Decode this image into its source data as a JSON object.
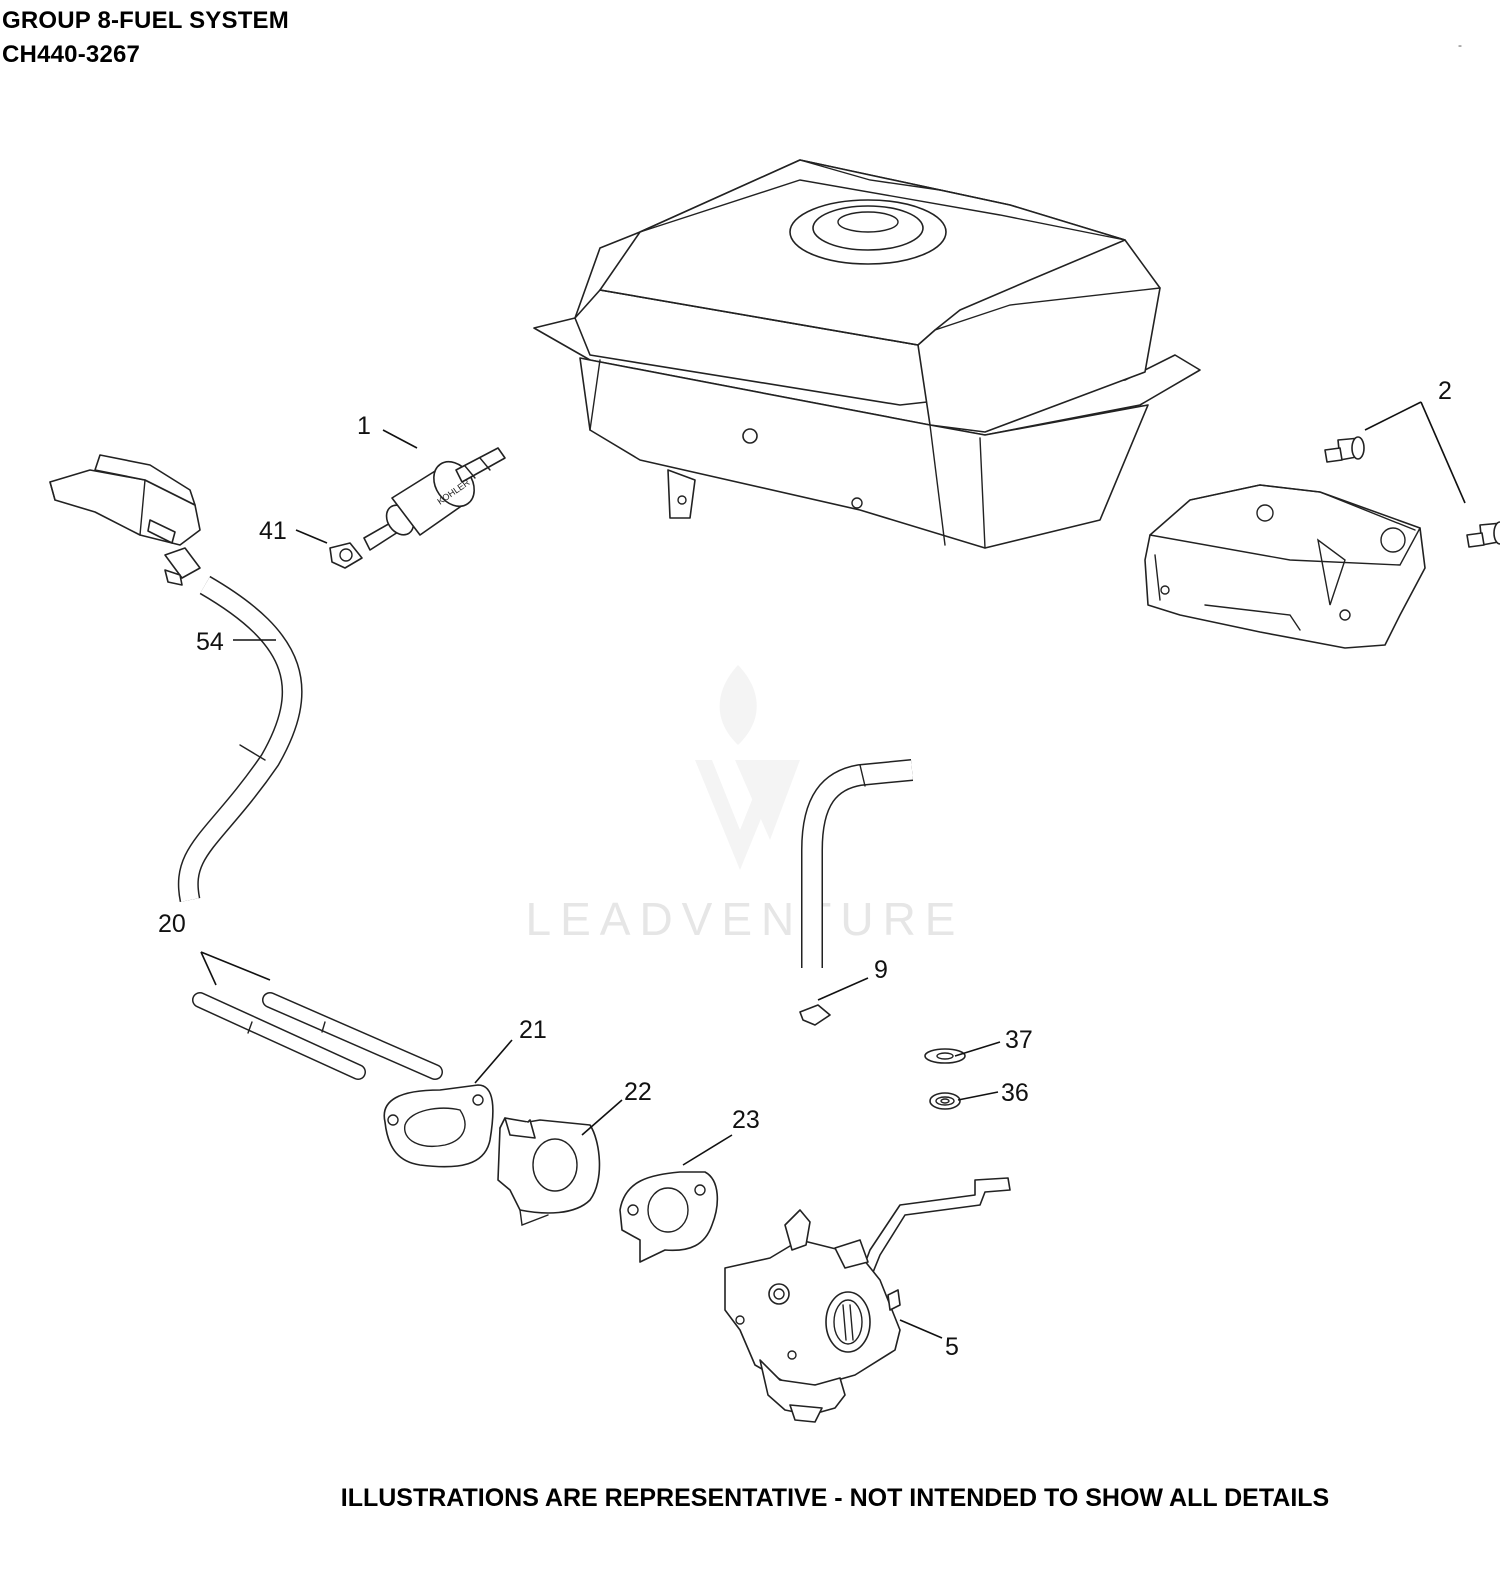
{
  "header": {
    "title": "GROUP 8-FUEL SYSTEM",
    "model": "CH440-3267",
    "corner_mark": "-"
  },
  "callouts": {
    "c1": "1",
    "c2": "2",
    "c5": "5",
    "c9": "9",
    "c20": "20",
    "c21": "21",
    "c22": "22",
    "c23": "23",
    "c36": "36",
    "c37": "37",
    "c41": "41",
    "c54": "54"
  },
  "filter_marking": "KOHLER",
  "watermark": {
    "text": "LEADVENTURE"
  },
  "footer": "ILLUSTRATIONS ARE REPRESENTATIVE - NOT INTENDED TO SHOW ALL DETAILS"
}
